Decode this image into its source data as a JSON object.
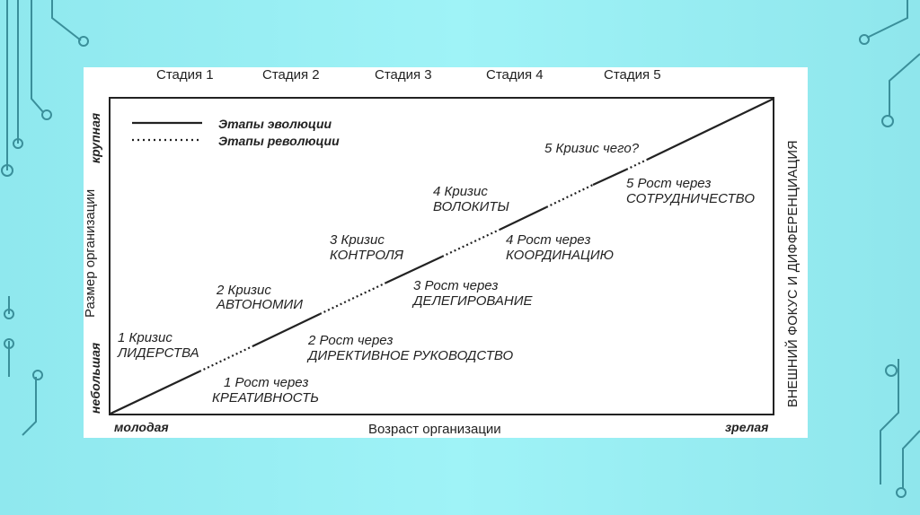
{
  "stages": [
    "Стадия 1",
    "Стадия 2",
    "Стадия 3",
    "Стадия 4",
    "Стадия 5"
  ],
  "legend": {
    "evolution": "Этапы эволюции",
    "revolution": "Этапы революции"
  },
  "y_axis": {
    "label": "Размер организации",
    "low": "небольшая",
    "high": "крупная"
  },
  "x_axis": {
    "label": "Возраст организации",
    "start": "молодая",
    "end": "зрелая"
  },
  "right_label": "ВНЕШНИЙ ФОКУС И ДИФФЕРЕНЦИАЦИЯ",
  "crises": [
    {
      "line1": "1 Кризис",
      "line2": "ЛИДЕРСТВА"
    },
    {
      "line1": "2 Кризис",
      "line2": "АВТОНОМИИ"
    },
    {
      "line1": "3 Кризис",
      "line2": "КОНТРОЛЯ"
    },
    {
      "line1": "4 Кризис",
      "line2": "ВОЛОКИТЫ"
    },
    {
      "line1": "5 Кризис чего?",
      "line2": ""
    }
  ],
  "growth": [
    {
      "line1": "1 Рост через",
      "line2": "КРЕАТИВНОСТЬ"
    },
    {
      "line1": "2 Рост через",
      "line2": "ДИРЕКТИВНОЕ РУКОВОДСТВО"
    },
    {
      "line1": "3 Рост через",
      "line2": "ДЕЛЕГИРОВАНИЕ"
    },
    {
      "line1": "4 Рост через",
      "line2": "КООРДИНАЦИЮ"
    },
    {
      "line1": "5 Рост через",
      "line2": "СОТРУДНИЧЕСТВО"
    }
  ],
  "colors": {
    "background": "#9ff3f7",
    "circuit": "#3a8f9a",
    "card": "#ffffff",
    "ink": "#222222"
  }
}
